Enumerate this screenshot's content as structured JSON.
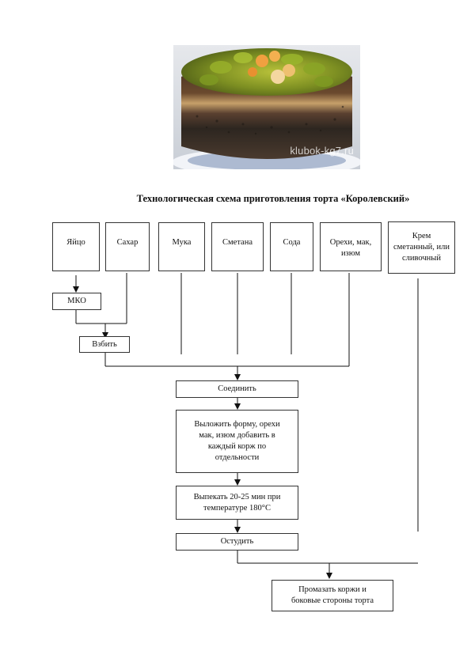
{
  "photo": {
    "alt_icon": "cake-photo",
    "watermark": "klubok-kg7.ru"
  },
  "title": "Технологическая схема приготовления торта «Королевский»",
  "ingredients": [
    {
      "id": "egg",
      "label": "Яйцо"
    },
    {
      "id": "sugar",
      "label": "Сахар"
    },
    {
      "id": "flour",
      "label": "Мука"
    },
    {
      "id": "sour-cream",
      "label": "Сметана"
    },
    {
      "id": "soda",
      "label": "Сода"
    },
    {
      "id": "nuts",
      "label": "Орехи, мак, изюм"
    },
    {
      "id": "cream",
      "label": "Крем сметанный, или сливочный"
    }
  ],
  "steps": {
    "mko": "МКО",
    "whip": "Взбить",
    "combine": "Соединить",
    "fill": "Выложить форму, орехи мак, изюм добавить в каждый корж по отдельности",
    "bake": "Выпекать 20-25 мин при температуре 180°С",
    "cool": "Остудить",
    "spread": "Промазать коржи и боковые стороны торта"
  }
}
